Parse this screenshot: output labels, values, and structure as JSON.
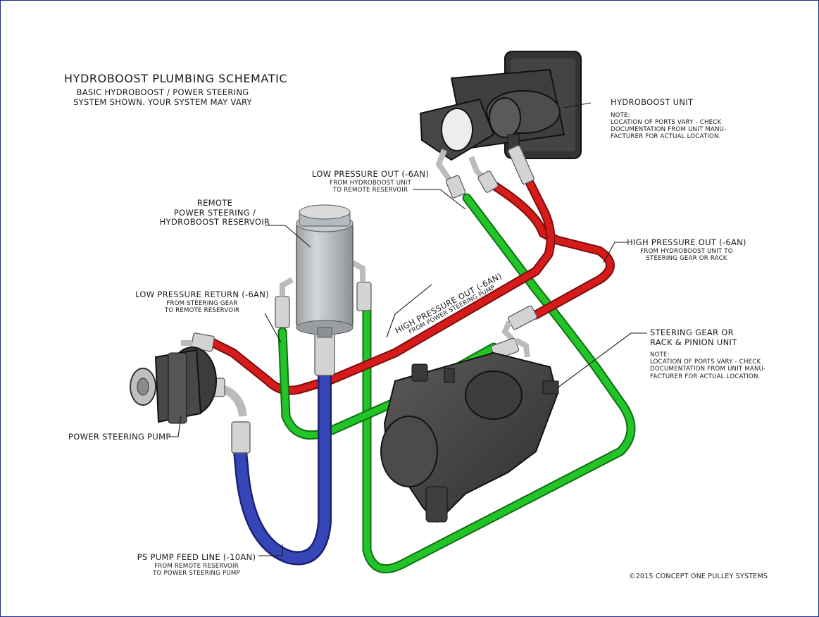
{
  "title": "HYDROBOOST PLUMBING SCHEMATIC",
  "subtitle_lines": [
    "BASIC HYDROBOOST / POWER STEERING",
    "SYSTEM SHOWN. YOUR SYSTEM MAY VARY"
  ],
  "labels": {
    "hydroboost_unit": {
      "name": "HYDROBOOST UNIT",
      "note_lines": [
        "NOTE:",
        "LOCATION OF PORTS VARY - CHECK",
        "DOCUMENTATION FROM UNIT MANU-",
        "FACTURER FOR ACTUAL LOCATION."
      ]
    },
    "low_pressure_out": {
      "name": "LOW PRESSURE OUT (-6AN)",
      "detail_lines": [
        "FROM HYDROBOOST UNIT",
        "TO REMOTE RESERVOIR"
      ]
    },
    "remote_reservoir": {
      "name_lines": [
        "REMOTE",
        "POWER STEERING /",
        "HYDROBOOST RESERVOIR"
      ]
    },
    "high_pressure_out_hydroboost": {
      "name": "HIGH PRESSURE OUT (-6AN)",
      "detail_lines": [
        "FROM HYDROBOOST UNIT TO",
        "STEERING GEAR OR RACK"
      ]
    },
    "high_pressure_out_pump": {
      "name": "HIGH PRESSURE OUT (-6AN)",
      "detail": "FROM POWER STEERING PUMP"
    },
    "low_pressure_return": {
      "name": "LOW PRESSURE RETURN (-6AN)",
      "detail_lines": [
        "FROM STEERING GEAR",
        "TO REMOTE RESERVOIR"
      ]
    },
    "steering_gear": {
      "name_lines": [
        "STEERING GEAR OR",
        "RACK & PINION UNIT"
      ],
      "note_lines": [
        "NOTE:",
        "LOCATION OF PORTS VARY - CHECK",
        "DOCUMENTATION FROM UNIT MANU-",
        "FACTURER FOR ACTUAL LOCATION."
      ]
    },
    "power_steering_pump": {
      "name": "POWER STEERING PUMP"
    },
    "ps_pump_feed_line": {
      "name": "PS PUMP FEED LINE (-10AN)",
      "detail_lines": [
        "FROM REMOTE RESERVOIR",
        "TO POWER STEERING PUMP"
      ]
    }
  },
  "copyright": "©2015 CONCEPT ONE PULLEY SYSTEMS",
  "colors": {
    "high_pressure_line": "#d01818",
    "low_pressure_line": "#1fb524",
    "feed_line": "#2e3aa6",
    "component_gray": "#4a4a4a",
    "reservoir_gray": "#b9bcc0",
    "fitting_silver": "#d2d2d2",
    "border": "#1f2a8c"
  }
}
